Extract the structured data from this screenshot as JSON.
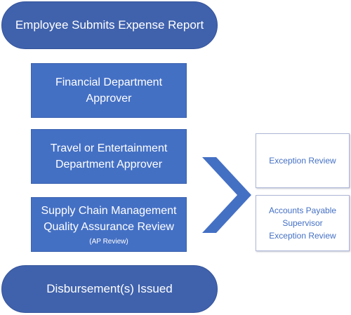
{
  "start": {
    "label": "Employee Submits Expense Report"
  },
  "steps": [
    {
      "lines": [
        "Financial Department",
        "Approver"
      ]
    },
    {
      "lines": [
        "Travel or Entertainment",
        "Department Approver"
      ]
    },
    {
      "lines": [
        "Supply Chain Management",
        "Quality Assurance Review"
      ],
      "note": "(AP Review)"
    }
  ],
  "exceptions": [
    {
      "lines": [
        "Exception Review"
      ]
    },
    {
      "lines": [
        "Accounts Payable",
        "Supervisor",
        "Exception Review"
      ]
    }
  ],
  "end": {
    "label": "Disbursement(s) Issued"
  },
  "colors": {
    "pill": "#4062ad",
    "step": "#4470c4",
    "chevron": "#4470c4",
    "exception_text": "#4470c4",
    "exception_border": "#aeb8d8"
  }
}
